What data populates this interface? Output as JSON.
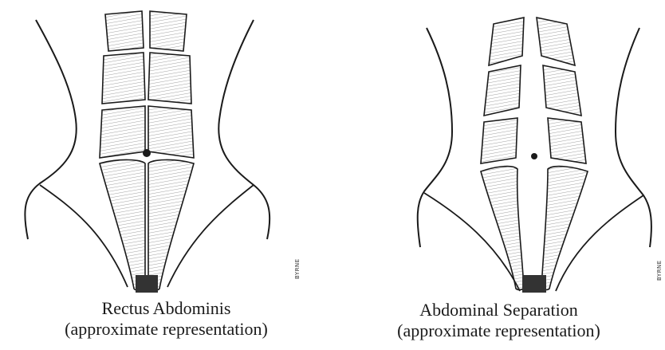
{
  "figures": [
    {
      "id": "rectus-abdominis",
      "caption_title": "Rectus Abdominis",
      "caption_subtitle": "(approximate representation)",
      "signature": "BYRNE",
      "condition": "normal"
    },
    {
      "id": "abdominal-separation",
      "caption_title": "Abdominal Separation",
      "caption_subtitle": "(approximate representation)",
      "signature": "BYRNE",
      "condition": "separated"
    }
  ],
  "colors": {
    "outline": "#1a1a1a",
    "muscle_fill": "#f4f4f4",
    "hatch": "#555555",
    "background": "#ffffff"
  }
}
